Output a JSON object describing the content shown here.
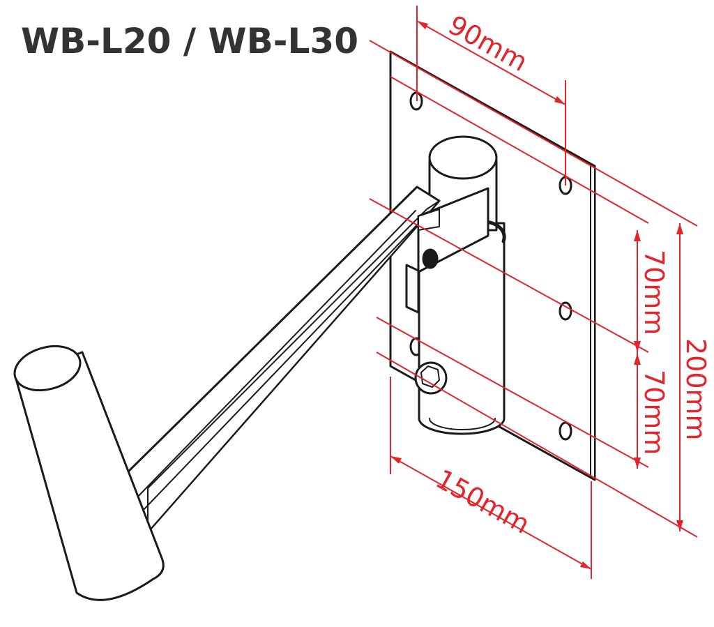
{
  "title": "WB-L20 / WB-L30",
  "colors": {
    "dimension": "#e4232b",
    "outline": "#1a1a1a",
    "fill": "#ffffff",
    "title": "#333333"
  },
  "dimensions": {
    "hole_spacing_width": "90mm",
    "plate_width": "150mm",
    "hole_spacing_upper": "70mm",
    "hole_spacing_lower": "70mm",
    "plate_height": "200mm"
  }
}
